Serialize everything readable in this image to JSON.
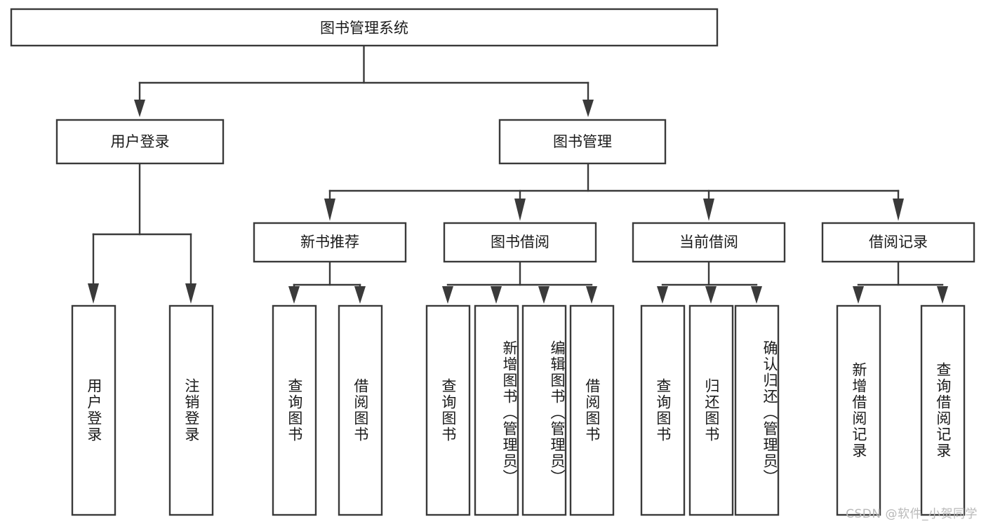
{
  "diagram": {
    "title": "图书管理系统",
    "type": "tree-hierarchy-diagram",
    "root": {
      "id": "root",
      "label": "图书管理系统",
      "level": 1
    },
    "level2": [
      {
        "id": "user-login",
        "label": "用户登录"
      },
      {
        "id": "book-management",
        "label": "图书管理"
      }
    ],
    "level3": [
      {
        "id": "new-book-recommend",
        "label": "新书推荐",
        "parent": "book-management"
      },
      {
        "id": "book-borrow",
        "label": "图书借阅",
        "parent": "book-management"
      },
      {
        "id": "current-borrow",
        "label": "当前借阅",
        "parent": "book-management"
      },
      {
        "id": "borrow-record",
        "label": "借阅记录",
        "parent": "book-management"
      }
    ],
    "leaves": [
      {
        "id": "leaf-user-login",
        "label": "用户登录",
        "parent": "user-login"
      },
      {
        "id": "leaf-logout-login",
        "label": "注销登录",
        "parent": "user-login"
      },
      {
        "id": "leaf-query-book-1",
        "label": "查询图书",
        "parent": "new-book-recommend"
      },
      {
        "id": "leaf-borrow-book-1",
        "label": "借阅图书",
        "parent": "new-book-recommend"
      },
      {
        "id": "leaf-query-book-2",
        "label": "查询图书",
        "parent": "book-borrow"
      },
      {
        "id": "leaf-add-book",
        "label": "新增图书（管理员）",
        "parent": "book-borrow"
      },
      {
        "id": "leaf-edit-book",
        "label": "编辑图书（管理员）",
        "parent": "book-borrow"
      },
      {
        "id": "leaf-borrow-book-2",
        "label": "借阅图书",
        "parent": "book-borrow"
      },
      {
        "id": "leaf-query-book-3",
        "label": "查询图书",
        "parent": "current-borrow"
      },
      {
        "id": "leaf-return-book",
        "label": "归还图书",
        "parent": "current-borrow"
      },
      {
        "id": "leaf-confirm-return",
        "label": "确认归还（管理员）",
        "parent": "current-borrow"
      },
      {
        "id": "leaf-add-record",
        "label": "新增借阅记录",
        "parent": "borrow-record"
      },
      {
        "id": "leaf-query-record",
        "label": "查询借阅记录",
        "parent": "borrow-record"
      }
    ],
    "colors": {
      "stroke": "#3a3a3a",
      "fill": "#ffffff",
      "text": "#1a1a1a",
      "background": "#ffffff",
      "watermark": "#b9b9b9"
    }
  },
  "watermark": {
    "text": "CSDN @软件_小贺同学"
  }
}
